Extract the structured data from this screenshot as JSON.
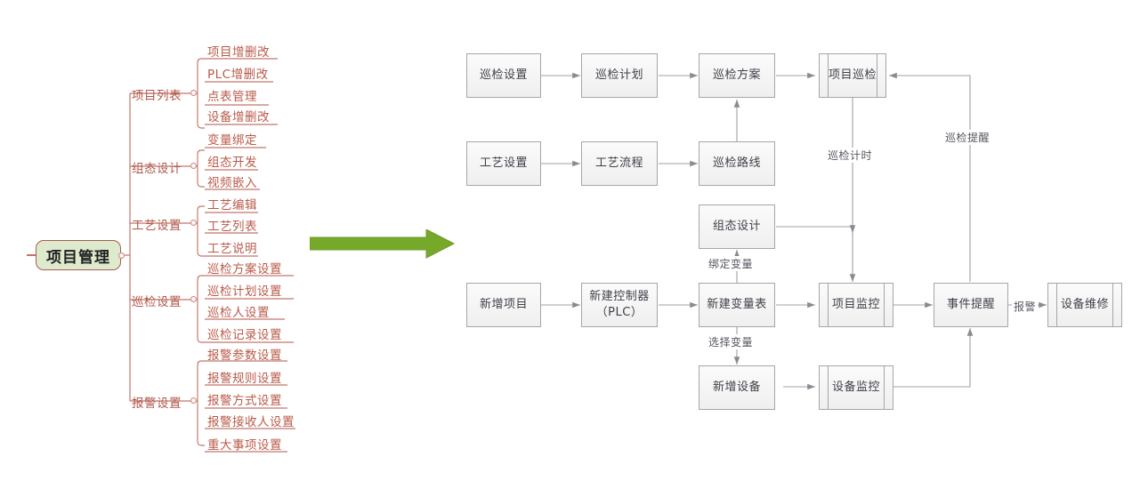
{
  "mindmap": {
    "root": {
      "label": "项目管理"
    },
    "branches": [
      {
        "label": "项目列表",
        "leaves": [
          "项目增删改",
          "PLC增删改",
          "点表管理",
          "设备增删改",
          "变量绑定"
        ]
      },
      {
        "label": "组态设计",
        "leaves": [
          "组态开发",
          "视频嵌入"
        ]
      },
      {
        "label": "工艺设置",
        "leaves": [
          "工艺编辑",
          "工艺列表",
          "工艺说明"
        ]
      },
      {
        "label": "巡检设置",
        "leaves": [
          "巡检方案设置",
          "巡检计划设置",
          "巡检人设置",
          "巡检记录设置"
        ]
      },
      {
        "label": "报警设置",
        "leaves": [
          "报警参数设置",
          "报警规则设置",
          "报警方式设置",
          "报警接收人设置",
          "重大事项设置"
        ]
      }
    ]
  },
  "transition_arrow": {
    "name": "green-right-arrow",
    "color": "#76a82a"
  },
  "flowchart": {
    "nodes": [
      {
        "id": "n1",
        "label": "巡检设置",
        "shape": "process"
      },
      {
        "id": "n2",
        "label": "巡检计划",
        "shape": "process"
      },
      {
        "id": "n3",
        "label": "巡检方案",
        "shape": "process"
      },
      {
        "id": "n4",
        "label": "项目巡检",
        "shape": "predefined-process"
      },
      {
        "id": "n5",
        "label": "工艺设置",
        "shape": "process"
      },
      {
        "id": "n6",
        "label": "工艺流程",
        "shape": "process"
      },
      {
        "id": "n7",
        "label": "巡检路线",
        "shape": "process"
      },
      {
        "id": "n8",
        "label": "组态设计",
        "shape": "process"
      },
      {
        "id": "n9",
        "label": "新增项目",
        "shape": "process"
      },
      {
        "id": "n10",
        "label": "新建控制器\n（PLC）",
        "shape": "process"
      },
      {
        "id": "n11",
        "label": "新建变量表",
        "shape": "process"
      },
      {
        "id": "n12",
        "label": "项目监控",
        "shape": "predefined-process"
      },
      {
        "id": "n13",
        "label": "事件提醒",
        "shape": "process"
      },
      {
        "id": "n14",
        "label": "设备维修",
        "shape": "predefined-process"
      },
      {
        "id": "n15",
        "label": "新增设备",
        "shape": "process"
      },
      {
        "id": "n16",
        "label": "设备监控",
        "shape": "predefined-process"
      }
    ],
    "edge_labels": [
      {
        "id": "e1",
        "text": "巡检计时"
      },
      {
        "id": "e2",
        "text": "巡检提醒"
      },
      {
        "id": "e3",
        "text": "绑定变量"
      },
      {
        "id": "e4",
        "text": "选择变量"
      },
      {
        "id": "e5",
        "text": "报警"
      }
    ]
  }
}
